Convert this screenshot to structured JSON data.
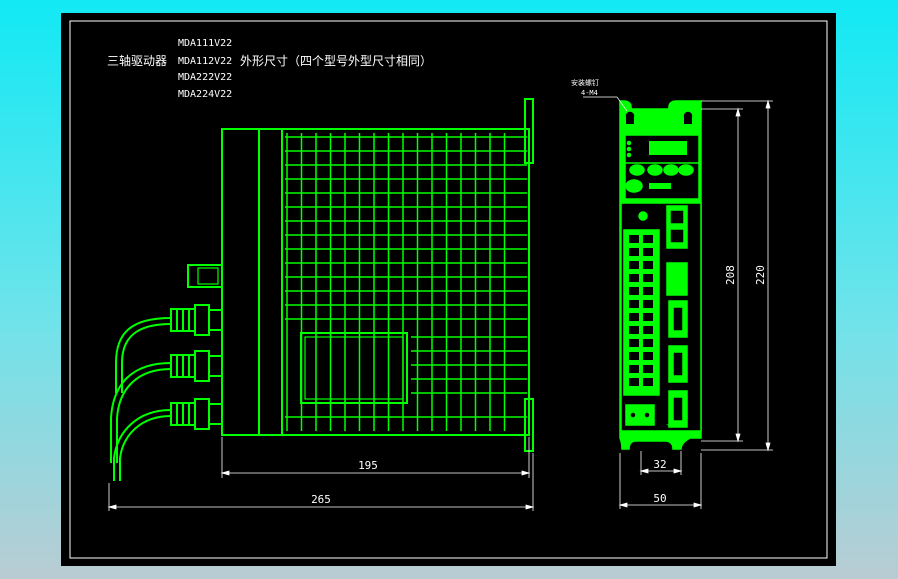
{
  "title_block": {
    "series_label": "三轴驱动器",
    "models": [
      "MDA111V22",
      "MDA112V22",
      "MDA222V22",
      "MDA224V22"
    ],
    "note": "外形尺寸（四个型号外型尺寸相同）"
  },
  "dimensions": {
    "width_195": "195",
    "width_265": "265",
    "front_32": "32",
    "front_50": "50",
    "height_208": "208",
    "height_220": "220"
  },
  "front_view": {
    "mount_label": "安装螺钉",
    "mount_spec": "4-M4"
  },
  "colors": {
    "background_gradient_top": "#11e9f4",
    "background_gradient_bottom": "#b9ccd3",
    "canvas": "#000000",
    "drawing_line": "#00ff00",
    "dimension_line": "#ffffff"
  }
}
